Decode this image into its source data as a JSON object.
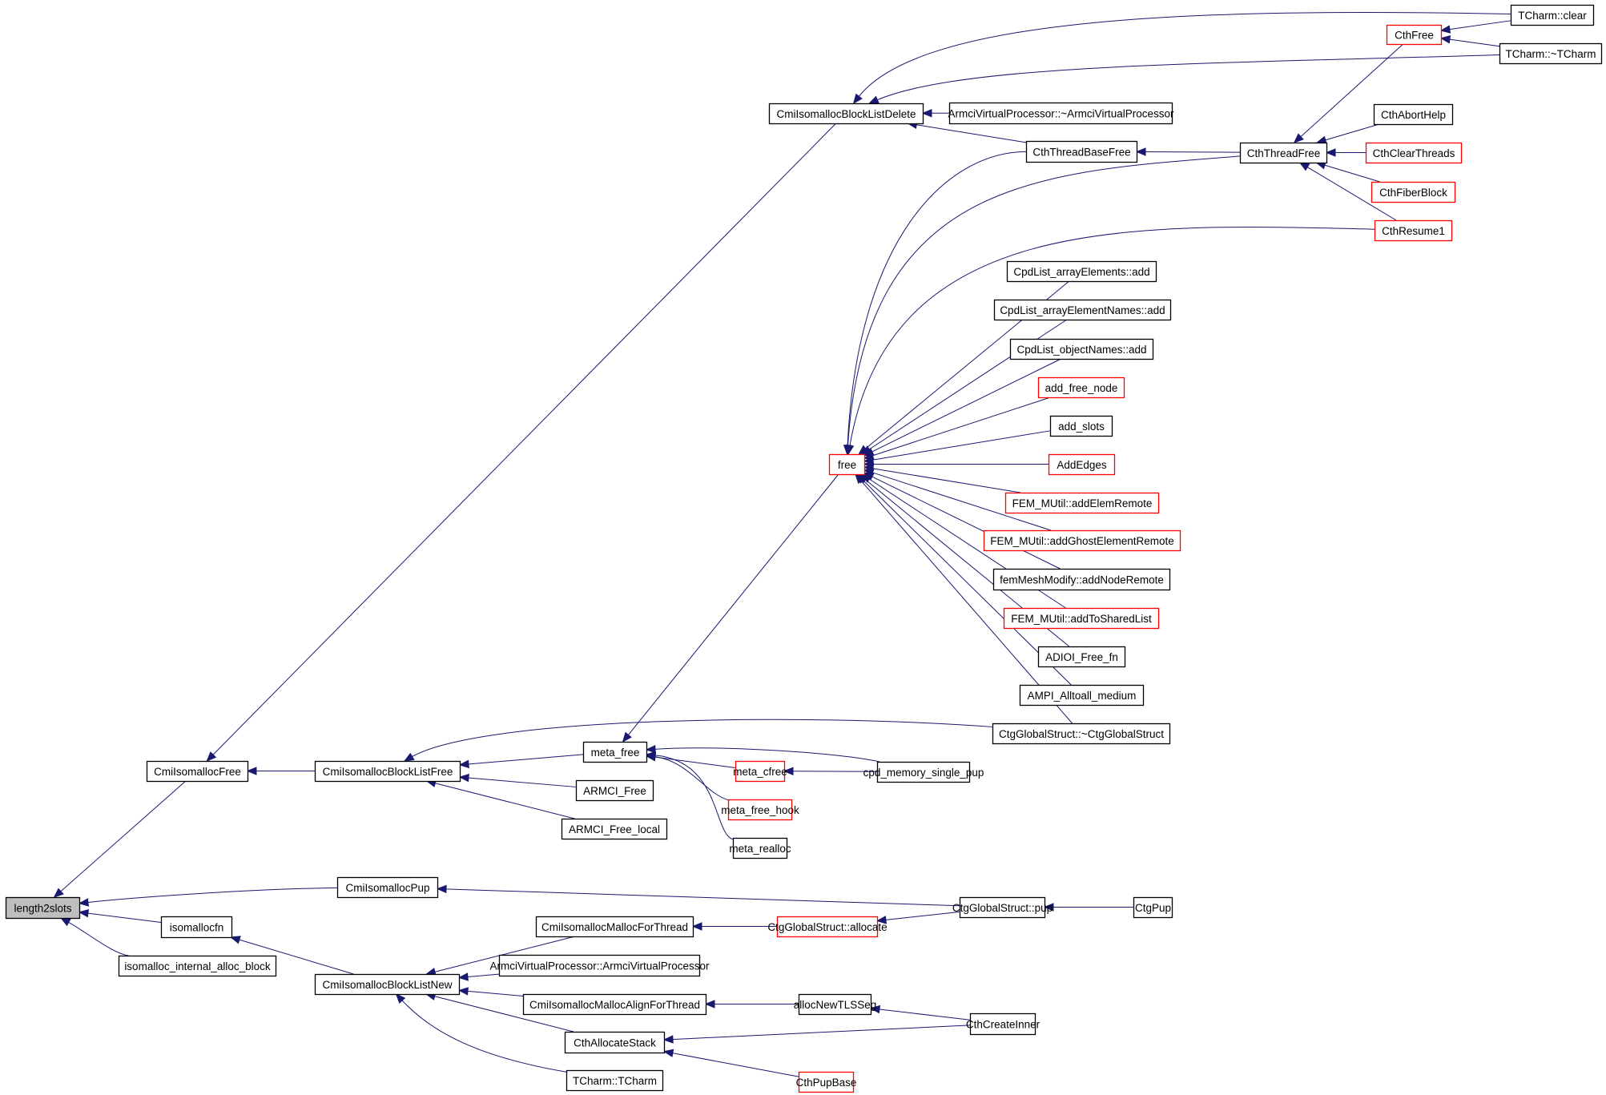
{
  "graph": {
    "kind": "caller-graph",
    "root": "length2slots",
    "colors": {
      "edge": "#191970",
      "node_border": "#000000",
      "truncated_node_border": "#ff0000",
      "root_fill": "#bfbfbf"
    },
    "nodes": [
      {
        "id": "length2slots",
        "label": "length2slots",
        "style": "root"
      },
      {
        "id": "CmiIsomallocFree",
        "label": "CmiIsomallocFree",
        "style": "normal"
      },
      {
        "id": "CmiIsomallocPup",
        "label": "CmiIsomallocPup",
        "style": "normal"
      },
      {
        "id": "isomallocfn",
        "label": "isomallocfn",
        "style": "normal"
      },
      {
        "id": "isomalloc_internal_alloc_block",
        "label": "isomalloc_internal_alloc_block",
        "style": "normal"
      },
      {
        "id": "CmiIsomallocBlockListFree",
        "label": "CmiIsomallocBlockListFree",
        "style": "normal"
      },
      {
        "id": "CmiIsomallocBlockListNew",
        "label": "CmiIsomallocBlockListNew",
        "style": "normal"
      },
      {
        "id": "CmiIsomallocBlockListDelete",
        "label": "CmiIsomallocBlockListDelete",
        "style": "normal"
      },
      {
        "id": "meta_free",
        "label": "meta_free",
        "style": "normal"
      },
      {
        "id": "ARMCI_Free",
        "label": "ARMCI_Free",
        "style": "normal"
      },
      {
        "id": "ARMCI_Free_local",
        "label": "ARMCI_Free_local",
        "style": "normal"
      },
      {
        "id": "CmiIsomallocMallocForThread",
        "label": "CmiIsomallocMallocForThread",
        "style": "normal"
      },
      {
        "id": "ArmciVP_ctor",
        "label": "ArmciVirtualProcessor::ArmciVirtualProcessor",
        "style": "normal"
      },
      {
        "id": "CmiIsomallocMallocAlignForThread",
        "label": "CmiIsomallocMallocAlignForThread",
        "style": "normal"
      },
      {
        "id": "CthAllocateStack",
        "label": "CthAllocateStack",
        "style": "normal"
      },
      {
        "id": "TCharm_ctor",
        "label": "TCharm::TCharm",
        "style": "normal"
      },
      {
        "id": "CtgGlobalStruct_allocate",
        "label": "CtgGlobalStruct::allocate",
        "style": "red"
      },
      {
        "id": "CtgGlobalStruct_pup",
        "label": "CtgGlobalStruct::pup",
        "style": "normal"
      },
      {
        "id": "CtgPup",
        "label": "CtgPup",
        "style": "normal"
      },
      {
        "id": "allocNewTLSSeg",
        "label": "allocNewTLSSeg",
        "style": "normal"
      },
      {
        "id": "CthCreateInner",
        "label": "CthCreateInner",
        "style": "normal"
      },
      {
        "id": "CthPupBase",
        "label": "CthPupBase",
        "style": "red"
      },
      {
        "id": "meta_cfree",
        "label": "meta_cfree",
        "style": "red"
      },
      {
        "id": "cpd_memory_single_pup",
        "label": "cpd_memory_single_pup",
        "style": "normal"
      },
      {
        "id": "meta_free_hook",
        "label": "meta_free_hook",
        "style": "red"
      },
      {
        "id": "meta_realloc",
        "label": "meta_realloc",
        "style": "normal"
      },
      {
        "id": "free",
        "label": "free",
        "style": "red"
      },
      {
        "id": "CpdList_arrayElements_add",
        "label": "CpdList_arrayElements::add",
        "style": "normal"
      },
      {
        "id": "CpdList_arrayElementNames_add",
        "label": "CpdList_arrayElementNames::add",
        "style": "normal"
      },
      {
        "id": "CpdList_objectNames_add",
        "label": "CpdList_objectNames::add",
        "style": "normal"
      },
      {
        "id": "add_free_node",
        "label": "add_free_node",
        "style": "red"
      },
      {
        "id": "add_slots",
        "label": "add_slots",
        "style": "normal"
      },
      {
        "id": "AddEdges",
        "label": "AddEdges",
        "style": "red"
      },
      {
        "id": "FEM_addElemRemote",
        "label": "FEM_MUtil::addElemRemote",
        "style": "red"
      },
      {
        "id": "FEM_addGhostElementRemote",
        "label": "FEM_MUtil::addGhostElementRemote",
        "style": "red"
      },
      {
        "id": "femMeshModify_addNodeRemote",
        "label": "femMeshModify::addNodeRemote",
        "style": "normal"
      },
      {
        "id": "FEM_addToSharedList",
        "label": "FEM_MUtil::addToSharedList",
        "style": "red"
      },
      {
        "id": "ADIOI_Free_fn",
        "label": "ADIOI_Free_fn",
        "style": "normal"
      },
      {
        "id": "AMPI_Alltoall_medium",
        "label": "AMPI_Alltoall_medium",
        "style": "normal"
      },
      {
        "id": "CtgGlobalStruct_dtor",
        "label": "CtgGlobalStruct::~CtgGlobalStruct",
        "style": "normal"
      },
      {
        "id": "ArmciVP_dtor",
        "label": "ArmciVirtualProcessor::~ArmciVirtualProcessor",
        "style": "normal"
      },
      {
        "id": "CthThreadBaseFree",
        "label": "CthThreadBaseFree",
        "style": "normal"
      },
      {
        "id": "CthThreadFree",
        "label": "CthThreadFree",
        "style": "normal"
      },
      {
        "id": "CthFree",
        "label": "CthFree",
        "style": "red"
      },
      {
        "id": "TCharm_clear",
        "label": "TCharm::clear",
        "style": "normal"
      },
      {
        "id": "TCharm_dtor",
        "label": "TCharm::~TCharm",
        "style": "normal"
      },
      {
        "id": "CthAbortHelp",
        "label": "CthAbortHelp",
        "style": "normal"
      },
      {
        "id": "CthClearThreads",
        "label": "CthClearThreads",
        "style": "red"
      },
      {
        "id": "CthFiberBlock",
        "label": "CthFiberBlock",
        "style": "red"
      },
      {
        "id": "CthResume1",
        "label": "CthResume1",
        "style": "red"
      }
    ],
    "edges": [
      {
        "from": "CmiIsomallocFree",
        "to": "length2slots"
      },
      {
        "from": "CmiIsomallocPup",
        "to": "length2slots"
      },
      {
        "from": "isomallocfn",
        "to": "length2slots"
      },
      {
        "from": "isomalloc_internal_alloc_block",
        "to": "length2slots"
      },
      {
        "from": "CmiIsomallocBlockListFree",
        "to": "CmiIsomallocFree"
      },
      {
        "from": "CmiIsomallocBlockListDelete",
        "to": "CmiIsomallocFree"
      },
      {
        "from": "CmiIsomallocBlockListNew",
        "to": "isomallocfn"
      },
      {
        "from": "meta_free",
        "to": "CmiIsomallocBlockListFree"
      },
      {
        "from": "ARMCI_Free",
        "to": "CmiIsomallocBlockListFree"
      },
      {
        "from": "ARMCI_Free_local",
        "to": "CmiIsomallocBlockListFree"
      },
      {
        "from": "CtgGlobalStruct_dtor",
        "to": "CmiIsomallocBlockListFree"
      },
      {
        "from": "CmiIsomallocMallocForThread",
        "to": "CmiIsomallocBlockListNew"
      },
      {
        "from": "ArmciVP_ctor",
        "to": "CmiIsomallocBlockListNew"
      },
      {
        "from": "CmiIsomallocMallocAlignForThread",
        "to": "CmiIsomallocBlockListNew"
      },
      {
        "from": "CthAllocateStack",
        "to": "CmiIsomallocBlockListNew"
      },
      {
        "from": "TCharm_ctor",
        "to": "CmiIsomallocBlockListNew"
      },
      {
        "from": "CtgGlobalStruct_pup",
        "to": "CmiIsomallocPup"
      },
      {
        "from": "CtgGlobalStruct_allocate",
        "to": "CmiIsomallocMallocForThread"
      },
      {
        "from": "CtgGlobalStruct_pup",
        "to": "CtgGlobalStruct_allocate"
      },
      {
        "from": "CtgPup",
        "to": "CtgGlobalStruct_pup"
      },
      {
        "from": "allocNewTLSSeg",
        "to": "CmiIsomallocMallocAlignForThread"
      },
      {
        "from": "CthCreateInner",
        "to": "allocNewTLSSeg"
      },
      {
        "from": "CthCreateInner",
        "to": "CthAllocateStack"
      },
      {
        "from": "CthPupBase",
        "to": "CthAllocateStack"
      },
      {
        "from": "free",
        "to": "meta_free"
      },
      {
        "from": "meta_cfree",
        "to": "meta_free"
      },
      {
        "from": "cpd_memory_single_pup",
        "to": "meta_free"
      },
      {
        "from": "meta_free_hook",
        "to": "meta_free"
      },
      {
        "from": "meta_realloc",
        "to": "meta_free"
      },
      {
        "from": "cpd_memory_single_pup",
        "to": "meta_cfree"
      },
      {
        "from": "CthThreadBaseFree",
        "to": "free"
      },
      {
        "from": "CthThreadFree",
        "to": "free"
      },
      {
        "from": "CthResume1",
        "to": "free"
      },
      {
        "from": "CpdList_arrayElements_add",
        "to": "free"
      },
      {
        "from": "CpdList_arrayElementNames_add",
        "to": "free"
      },
      {
        "from": "CpdList_objectNames_add",
        "to": "free"
      },
      {
        "from": "add_free_node",
        "to": "free"
      },
      {
        "from": "add_slots",
        "to": "free"
      },
      {
        "from": "AddEdges",
        "to": "free"
      },
      {
        "from": "FEM_addElemRemote",
        "to": "free"
      },
      {
        "from": "FEM_addGhostElementRemote",
        "to": "free"
      },
      {
        "from": "femMeshModify_addNodeRemote",
        "to": "free"
      },
      {
        "from": "FEM_addToSharedList",
        "to": "free"
      },
      {
        "from": "ADIOI_Free_fn",
        "to": "free"
      },
      {
        "from": "AMPI_Alltoall_medium",
        "to": "free"
      },
      {
        "from": "CtgGlobalStruct_dtor",
        "to": "free"
      },
      {
        "from": "ArmciVP_dtor",
        "to": "CmiIsomallocBlockListDelete"
      },
      {
        "from": "CthThreadBaseFree",
        "to": "CmiIsomallocBlockListDelete"
      },
      {
        "from": "TCharm_clear",
        "to": "CmiIsomallocBlockListDelete"
      },
      {
        "from": "TCharm_dtor",
        "to": "CmiIsomallocBlockListDelete"
      },
      {
        "from": "CthThreadFree",
        "to": "CthThreadBaseFree"
      },
      {
        "from": "CthFree",
        "to": "CthThreadFree"
      },
      {
        "from": "CthAbortHelp",
        "to": "CthThreadFree"
      },
      {
        "from": "CthClearThreads",
        "to": "CthThreadFree"
      },
      {
        "from": "CthFiberBlock",
        "to": "CthThreadFree"
      },
      {
        "from": "CthResume1",
        "to": "CthThreadFree"
      },
      {
        "from": "TCharm_clear",
        "to": "CthFree"
      },
      {
        "from": "TCharm_dtor",
        "to": "CthFree"
      }
    ]
  }
}
